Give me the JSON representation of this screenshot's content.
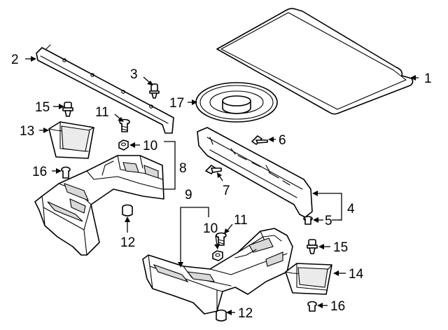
{
  "callouts": {
    "c1": "1",
    "c2": "2",
    "c3": "3",
    "c4": "4",
    "c5": "5",
    "c6": "6",
    "c7": "7",
    "c8": "8",
    "c9": "9",
    "c10a": "10",
    "c10b": "10",
    "c11a": "11",
    "c11b": "11",
    "c12a": "12",
    "c12b": "12",
    "c13": "13",
    "c14": "14",
    "c15a": "15",
    "c15b": "15",
    "c16a": "16",
    "c16b": "16",
    "c17": "17"
  }
}
